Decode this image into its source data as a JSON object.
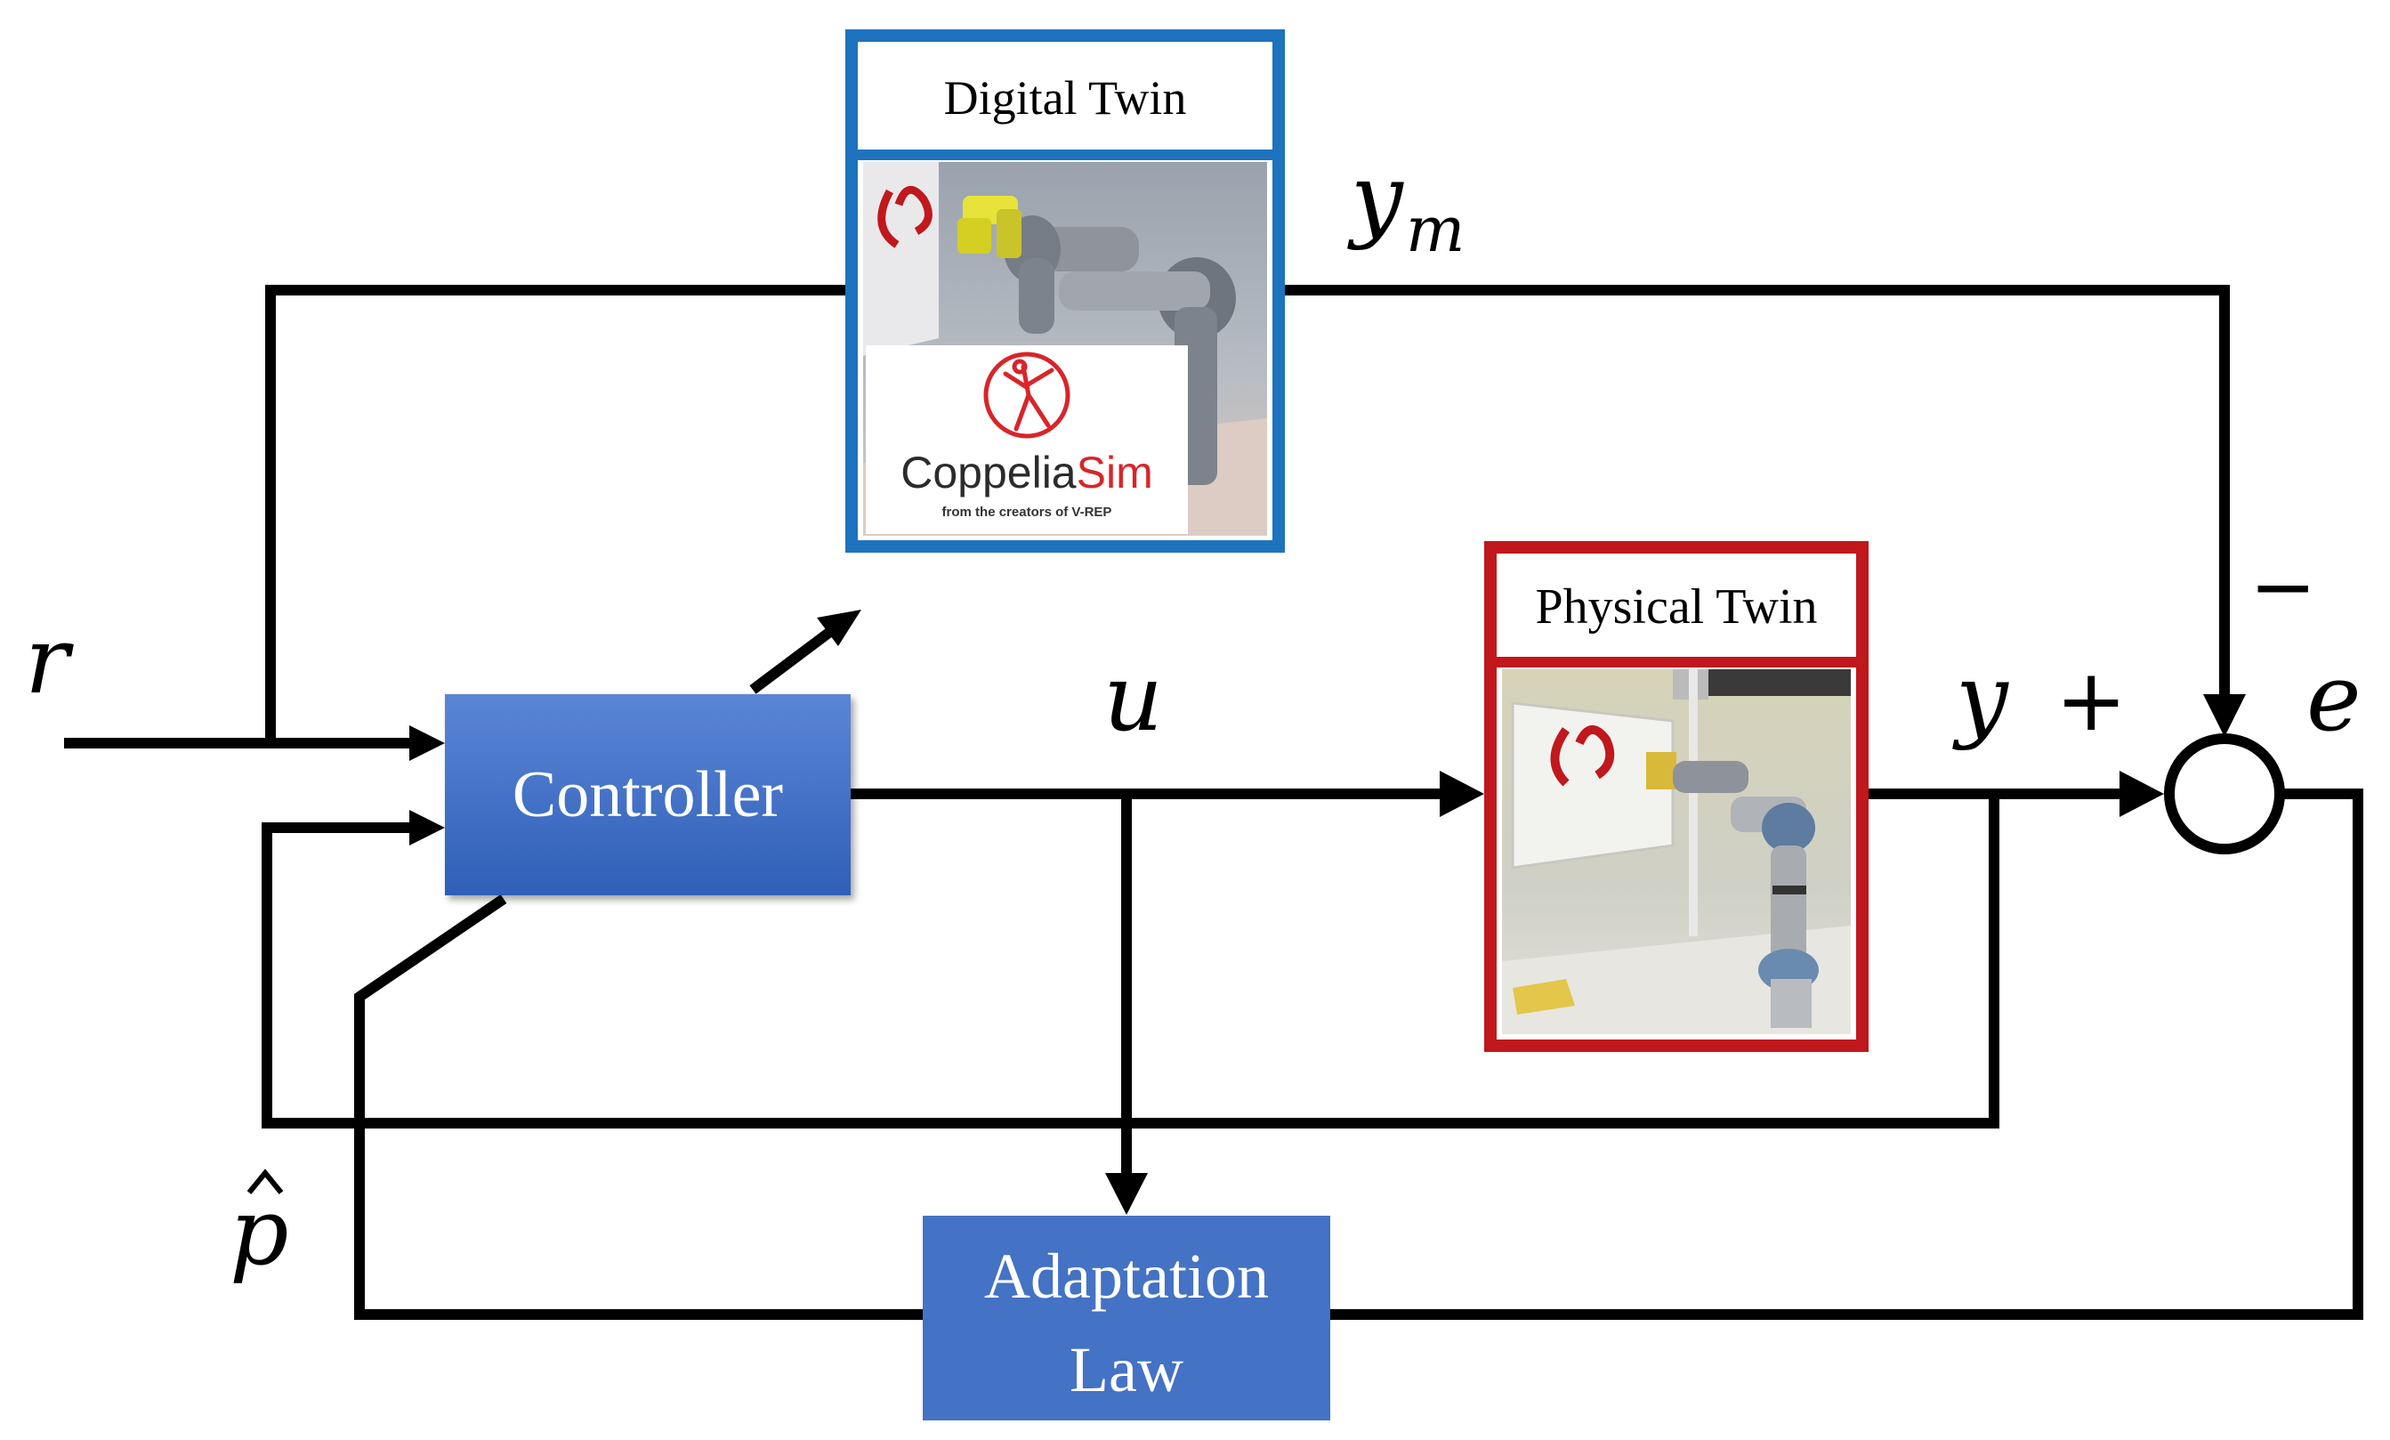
{
  "signals": {
    "r": "r",
    "u": "u",
    "y": "y",
    "y_m_base": "y",
    "y_m_sub": "m",
    "e": "e",
    "p_hat": "p",
    "plus": "+",
    "minus": "−"
  },
  "blocks": {
    "controller": "Controller",
    "adaptation_line1": "Adaptation",
    "adaptation_line2": "Law"
  },
  "digital_twin": {
    "title": "Digital Twin",
    "logo_name_part1": "Coppelia",
    "logo_name_part2": "Sim",
    "logo_tagline": "from the creators of V-REP",
    "border_color": "#1e73be"
  },
  "physical_twin": {
    "title": "Physical Twin",
    "border_color": "#c0181c"
  },
  "colors": {
    "block_fill_top": "#5b86d6",
    "block_fill_bottom": "#2f5fb8",
    "adaptation_fill": "#4472c4",
    "line": "#000000"
  }
}
